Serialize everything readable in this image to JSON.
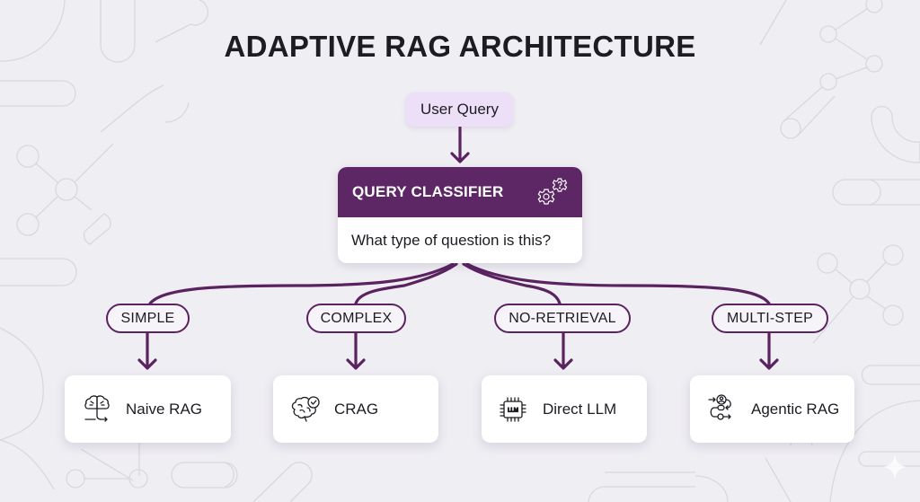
{
  "title": "ADAPTIVE RAG ARCHITECTURE",
  "input_node": {
    "label": "User Query",
    "color": "#ecdff7"
  },
  "classifier": {
    "title": "QUERY CLASSIFIER",
    "question": "What type of question is this?",
    "icon": "gears-question-icon",
    "header_color": "#5c2764"
  },
  "accent_color": "#5a2360",
  "routes": [
    {
      "condition": "SIMPLE",
      "target": "Naive RAG",
      "icon": "brain-arrow-icon"
    },
    {
      "condition": "COMPLEX",
      "target": "CRAG",
      "icon": "brain-check-icon"
    },
    {
      "condition": "NO-RETRIEVAL",
      "target": "Direct LLM",
      "icon": "llm-chip-icon"
    },
    {
      "condition": "MULTI-STEP",
      "target": "Agentic RAG",
      "icon": "agent-workflow-icon"
    }
  ]
}
